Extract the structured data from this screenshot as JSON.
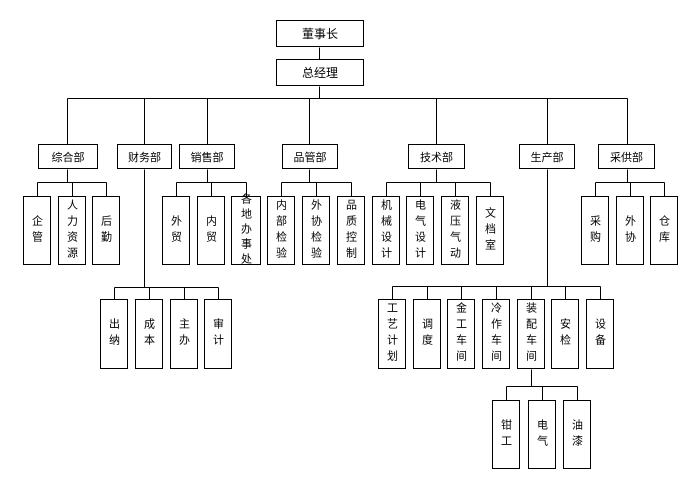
{
  "chairman": "董事长",
  "general_manager": "总经理",
  "departments": {
    "general_affairs": "综合部",
    "finance": "财务部",
    "sales": "销售部",
    "quality": "品管部",
    "technology": "技术部",
    "production": "生产部",
    "procurement": "采供部"
  },
  "general_affairs_units": [
    "企管",
    "人力资源",
    "后勤"
  ],
  "finance_units": [
    "出纳",
    "成本",
    "主办",
    "审计"
  ],
  "sales_units": [
    "外贸",
    "内贸",
    "各地办事处"
  ],
  "quality_units": [
    "内部检验",
    "外协检验",
    "品质控制"
  ],
  "technology_units": [
    "机械设计",
    "电气设计",
    "液压气动",
    "文档室"
  ],
  "production_units": [
    "工艺计划",
    "调度",
    "金工车间",
    "冷作车间",
    "装配车间",
    "安检",
    "设备"
  ],
  "assembly_units": [
    "钳工",
    "电气",
    "油漆"
  ],
  "procurement_units": [
    "采购",
    "外协",
    "仓库"
  ]
}
